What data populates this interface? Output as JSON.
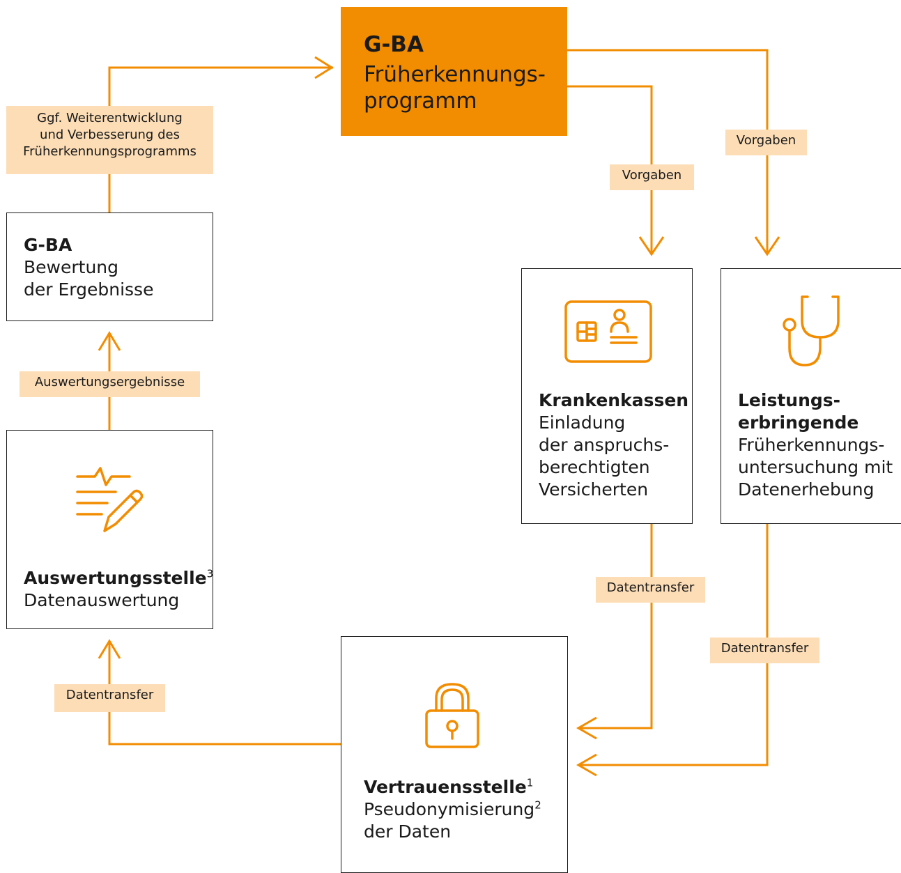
{
  "colors": {
    "accent": "#F28C00",
    "tag_bg": "#FCDDB6",
    "box_border": "#1a1a1a"
  },
  "gba_top": {
    "title": "G-BA",
    "line1": "Früherkennungs-",
    "line2": "programm"
  },
  "gba_bewertung": {
    "title": "G-BA",
    "line1": "Bewertung",
    "line2": "der Ergebnisse"
  },
  "auswertung": {
    "title": "Auswertungsstelle",
    "sup": "3",
    "line1": "Datenauswertung",
    "icon": "document-pen-pulse-icon"
  },
  "krankenkassen": {
    "title": "Krankenkassen",
    "lines": [
      "Einladung",
      "der anspruchs-",
      "berechtigten",
      "Versicherten"
    ],
    "icon": "insurance-card-icon"
  },
  "leistung": {
    "title1": "Leistungs-",
    "title2": "erbringende",
    "lines": [
      "Früherkennungs-",
      "untersuchung mit",
      "Datenerhebung"
    ],
    "icon": "stethoscope-icon"
  },
  "vertrauen": {
    "title": "Vertrauensstelle",
    "sup": "1",
    "line1": "Pseudonymisierung",
    "line1_sup": "2",
    "line2": "der Daten",
    "icon": "lock-icon"
  },
  "tags": {
    "weiterentwicklung": [
      "Ggf. Weiterentwicklung",
      "und Verbesserung des",
      "Früherkennungsprogramms"
    ],
    "vorgaben_left": "Vorgaben",
    "vorgaben_right": "Vorgaben",
    "auswertungsergebnisse": "Auswertungsergebnisse",
    "datentransfer_kk": "Datentransfer",
    "datentransfer_le": "Datentransfer",
    "datentransfer_left": "Datentransfer"
  }
}
